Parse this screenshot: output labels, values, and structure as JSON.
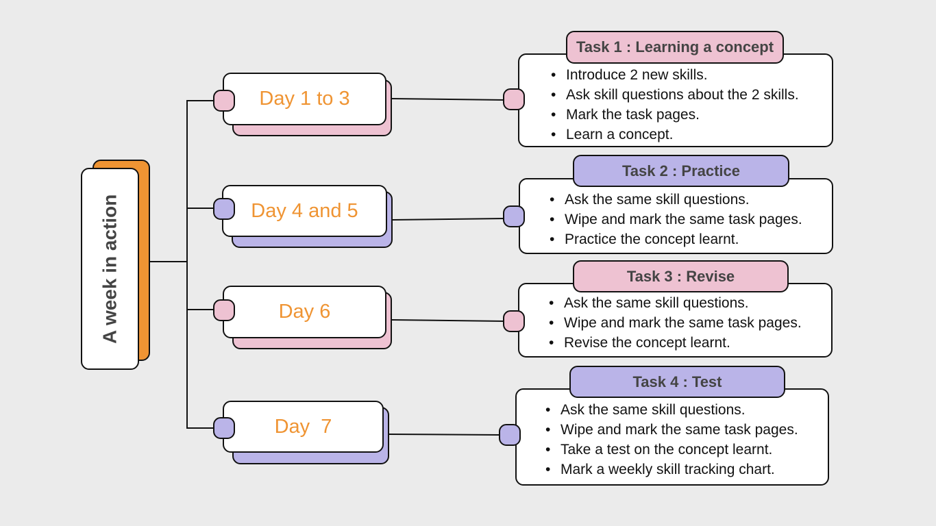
{
  "root": {
    "title": "A week in action",
    "accent": "#ef9433"
  },
  "days": [
    {
      "label": "Day 1 to 3",
      "color": "#eec2d2"
    },
    {
      "label": "Day 4 and 5",
      "color": "#bab4e8"
    },
    {
      "label": "Day 6",
      "color": "#eec2d2"
    },
    {
      "label": "Day  7",
      "color": "#bab4e8"
    }
  ],
  "tasks": [
    {
      "title": "Task 1 : Learning a concept",
      "items": [
        "Introduce 2 new skills.",
        "Ask skill questions about the 2 skills.",
        "Mark the task pages.",
        "Learn a concept."
      ]
    },
    {
      "title": "Task 2 : Practice",
      "items": [
        "Ask the same skill questions.",
        "Wipe and mark the same task pages.",
        "Practice the concept learnt."
      ]
    },
    {
      "title": "Task 3 : Revise",
      "items": [
        "Ask the same skill questions.",
        "Wipe and mark the same task pages.",
        "Revise the concept learnt."
      ]
    },
    {
      "title": "Task 4 : Test",
      "items": [
        "Ask the same skill questions.",
        "Wipe and mark the same task pages.",
        "Take a test on the concept learnt.",
        "Mark a weekly skill tracking chart."
      ]
    }
  ]
}
